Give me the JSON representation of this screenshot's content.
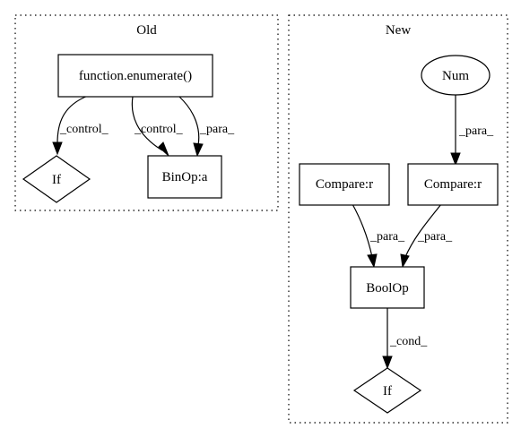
{
  "clusters": {
    "old": {
      "title": "Old"
    },
    "new": {
      "title": "New"
    }
  },
  "nodes": {
    "enumerate": "function.enumerate()",
    "if_old": "If",
    "binop": "BinOp:a",
    "num": "Num",
    "compare_left": "Compare:r",
    "compare_right": "Compare:r",
    "boolop": "BoolOp",
    "if_new": "If"
  },
  "edges": {
    "enumerate_to_if": "_control_",
    "enumerate_to_binop_control": "_control_",
    "enumerate_to_binop_para": "_para_",
    "num_to_compare": "_para_",
    "compare_left_to_boolop": "_para_",
    "compare_right_to_boolop": "_para_",
    "boolop_to_if": "_cond_"
  }
}
